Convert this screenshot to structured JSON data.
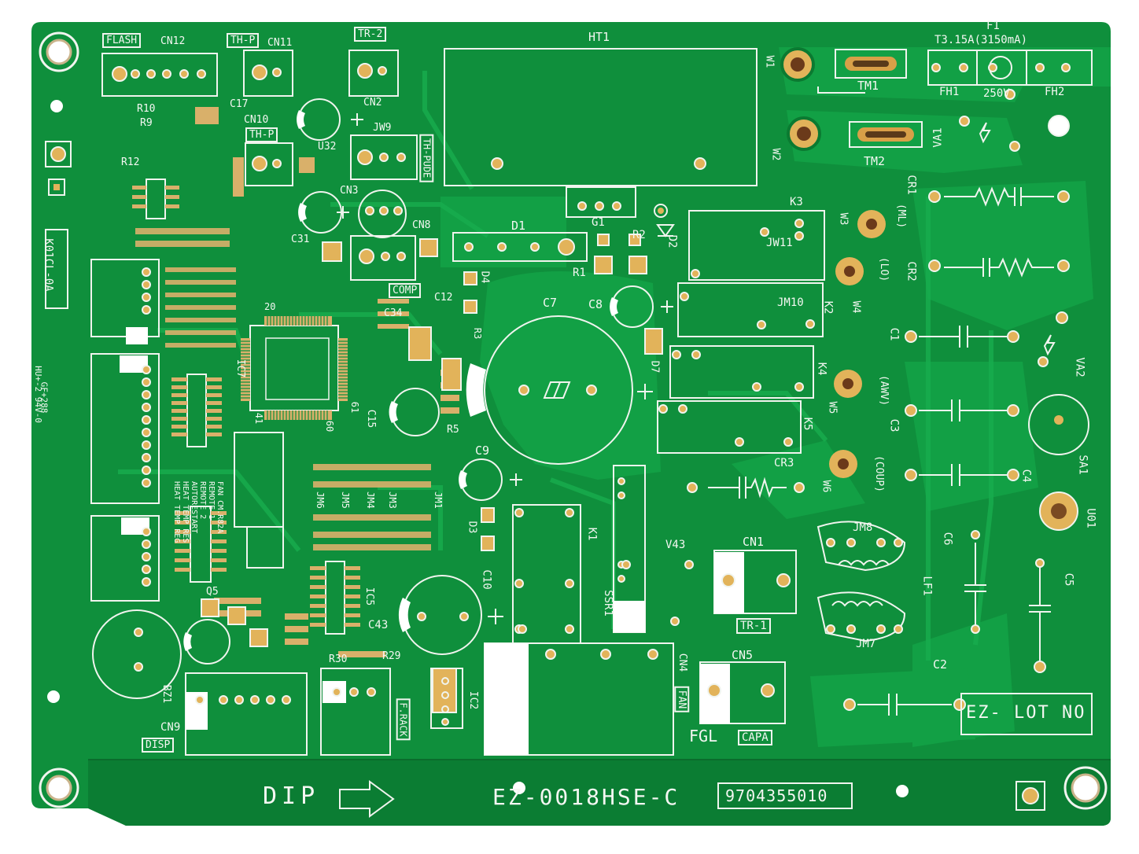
{
  "board": {
    "colors": {
      "mask": "#0f8f3c",
      "mask_dark": "#0b7a31",
      "trace": "#13a347",
      "silk": "#f4f7f2",
      "pad": "#e2b35a"
    },
    "part_number": "EZ-0018HSE-C",
    "serial": "9704355010",
    "direction_label": "DIP",
    "lot_label": "EZ- LOT NO",
    "fgl_label": "FGL",
    "vertical_code": "K01CL-0A",
    "maker_code_1": "GF+288",
    "maker_code_2": "HU+-2 94V-0"
  },
  "labels": {
    "ht1": "HT1",
    "f1": "F1",
    "fuse_rating": "T3.15A(3150mA)",
    "fh1": "FH1",
    "fh2": "FH2",
    "v250": "250V",
    "tm1": "TM1",
    "tm2": "TM2",
    "w1": "W1",
    "w2": "W2",
    "va1": "VA1",
    "va2": "VA2",
    "cr1": "CR1",
    "cr2": "CR2",
    "cr3": "CR3",
    "k1": "K1",
    "k2": "K2",
    "k3": "K3",
    "k4": "K4",
    "k5": "K5",
    "w3": "W3",
    "w4": "W4",
    "w5": "W5",
    "w6": "W6",
    "ml": "(ML)",
    "lo": "(LO)",
    "awv": "(AWV)",
    "coup": "(COUP)",
    "jw11": "JW11",
    "jm10": "JM10",
    "jm8": "JM8",
    "jm7": "JM7",
    "c1": "C1",
    "c2": "C2",
    "c3": "C3",
    "c4": "C4",
    "c5": "C5",
    "c6": "C6",
    "c7": "C7",
    "c8": "C8",
    "c9": "C9",
    "c10": "C10",
    "sa1": "SA1",
    "u01": "U01",
    "lf1": "LF1",
    "cn1": "CN1",
    "cn2": "CN2",
    "cn3": "CN3",
    "cn4": "CN4",
    "cn5": "CN5",
    "cn8": "CN8",
    "cn9": "CN9",
    "cn10": "CN10",
    "cn11": "CN11",
    "cn12": "CN12",
    "flash": "FLASH",
    "thp": "TH-P",
    "tr2": "TR-2",
    "tr1": "TR-1",
    "comp": "COMP",
    "fan": "FAN",
    "capa": "CAPA",
    "disp": "DISP",
    "frack": "F.RACK",
    "thpude": "TH-PUDE",
    "d1": "D1",
    "d2": "D2",
    "d3": "D3",
    "d4": "D4",
    "d7": "D7",
    "r1": "R1",
    "r2": "R2",
    "r3": "R3",
    "r5": "R5",
    "r9": "R9",
    "r10": "R10",
    "r12": "R12",
    "g1": "G1",
    "v43": "V43",
    "ssr1": "SSR1",
    "ic2": "IC2",
    "ic5": "IC5",
    "ic7": "IC7",
    "q5": "Q5",
    "bz1": "BZ1",
    "jw9": "JW9",
    "u32": "U32",
    "c31": "C31",
    "c34": "C34",
    "c43": "C43",
    "c17": "C17",
    "c12": "C12",
    "c15": "C15",
    "r29": "R29",
    "r30": "R30",
    "pin20": "20",
    "pin41": "41",
    "pin60": "60",
    "pin61": "61",
    "jm6": "JM6",
    "jm5": "JM5",
    "jm4": "JM4",
    "jm3": "JM3",
    "jm1": "JM1",
    "func_list": [
      "FAN CM.R82A",
      "REMOTE 1",
      "REMOTE 2",
      "AUTORESTART",
      "HEAT TEMP RES",
      "HEAT TEMP REG"
    ]
  }
}
